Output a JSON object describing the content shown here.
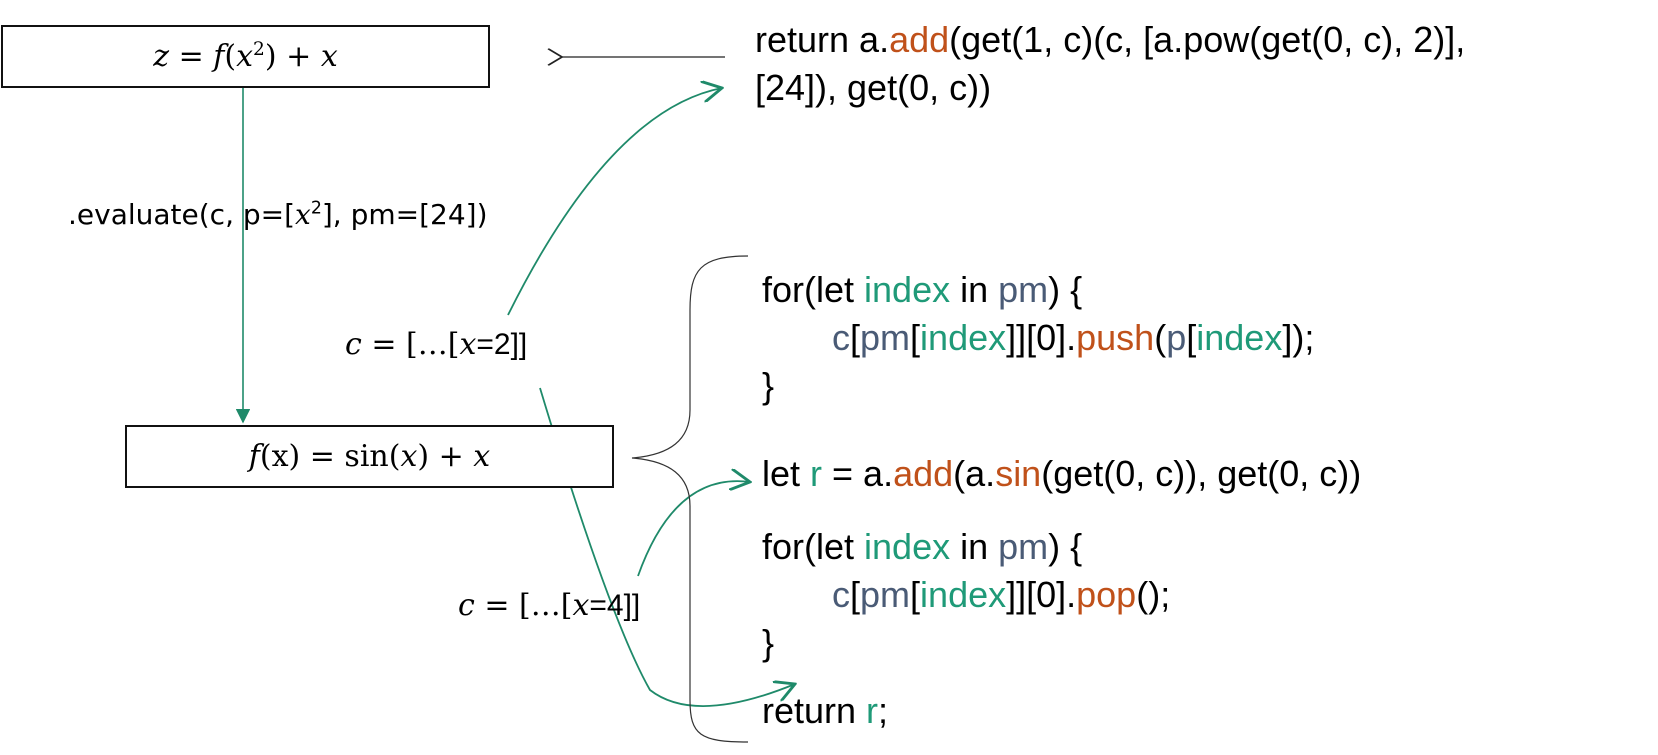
{
  "boxes": {
    "top": {
      "lhs": "z",
      "eq": " = ",
      "f": "f",
      "open": "(",
      "x": "x",
      "sup": "2",
      "close": ") + ",
      "tail": "x"
    },
    "bottom": {
      "lhs": "f",
      "arg": "(x)",
      "eq": " = sin(",
      "x": "x",
      "close": ") + ",
      "tail": "x"
    }
  },
  "labels": {
    "evaluate": {
      "pre": ".evaluate(c, p=[",
      "x": "x",
      "sup": "2",
      "post": "], pm=[24])"
    },
    "c_x2": {
      "c": "c",
      "pre": " = […[",
      "x": "x",
      "post": "=2]]"
    },
    "c_x4": {
      "c": "c",
      "pre": " = […[",
      "x": "x",
      "post": "=4]]"
    }
  },
  "code": {
    "return_top": {
      "line1": [
        {
          "t": "return a.",
          "c": ""
        },
        {
          "t": "add",
          "c": "o"
        },
        {
          "t": "(get(1, c)(c, [a.pow(get(0, c), 2)],",
          "c": ""
        }
      ],
      "line2": [
        {
          "t": "[24]), get(0, c))",
          "c": ""
        }
      ]
    },
    "push_loop": {
      "line1": [
        {
          "t": "for(let ",
          "c": ""
        },
        {
          "t": "index",
          "c": "g"
        },
        {
          "t": " in ",
          "c": ""
        },
        {
          "t": "pm",
          "c": "b"
        },
        {
          "t": ") {",
          "c": ""
        }
      ],
      "line2": [
        {
          "t": "c",
          "c": "b"
        },
        {
          "t": "[",
          "c": ""
        },
        {
          "t": "pm",
          "c": "b"
        },
        {
          "t": "[",
          "c": ""
        },
        {
          "t": "index",
          "c": "g"
        },
        {
          "t": "]][0].",
          "c": ""
        },
        {
          "t": "push",
          "c": "o"
        },
        {
          "t": "(",
          "c": ""
        },
        {
          "t": "p",
          "c": "b"
        },
        {
          "t": "[",
          "c": ""
        },
        {
          "t": "index",
          "c": "g"
        },
        {
          "t": "]);",
          "c": ""
        }
      ],
      "line3": [
        {
          "t": "}",
          "c": ""
        }
      ]
    },
    "let_r": {
      "line1": [
        {
          "t": "let ",
          "c": ""
        },
        {
          "t": "r",
          "c": "g"
        },
        {
          "t": " = a.",
          "c": ""
        },
        {
          "t": "add",
          "c": "o"
        },
        {
          "t": "(a.",
          "c": ""
        },
        {
          "t": "sin",
          "c": "o"
        },
        {
          "t": "(get(0, c)), get(0, c))",
          "c": ""
        }
      ]
    },
    "pop_loop": {
      "line1": [
        {
          "t": "for(let ",
          "c": ""
        },
        {
          "t": "index",
          "c": "g"
        },
        {
          "t": " in ",
          "c": ""
        },
        {
          "t": "pm",
          "c": "b"
        },
        {
          "t": ") {",
          "c": ""
        }
      ],
      "line2": [
        {
          "t": "c",
          "c": "b"
        },
        {
          "t": "[",
          "c": ""
        },
        {
          "t": "pm",
          "c": "b"
        },
        {
          "t": "[",
          "c": ""
        },
        {
          "t": "index",
          "c": "g"
        },
        {
          "t": "]][0].",
          "c": ""
        },
        {
          "t": "pop",
          "c": "o"
        },
        {
          "t": "();",
          "c": ""
        }
      ],
      "line3": [
        {
          "t": "}",
          "c": ""
        }
      ]
    },
    "return_r": {
      "line1": [
        {
          "t": "return ",
          "c": ""
        },
        {
          "t": "r",
          "c": "g"
        },
        {
          "t": ";",
          "c": ""
        }
      ]
    }
  },
  "colors": {
    "arrow_green": "#1f8a6a",
    "arrow_black": "#222222",
    "ident_green": "#1f9a78",
    "ident_blue": "#4a5b76",
    "method_orange": "#c0511a"
  }
}
